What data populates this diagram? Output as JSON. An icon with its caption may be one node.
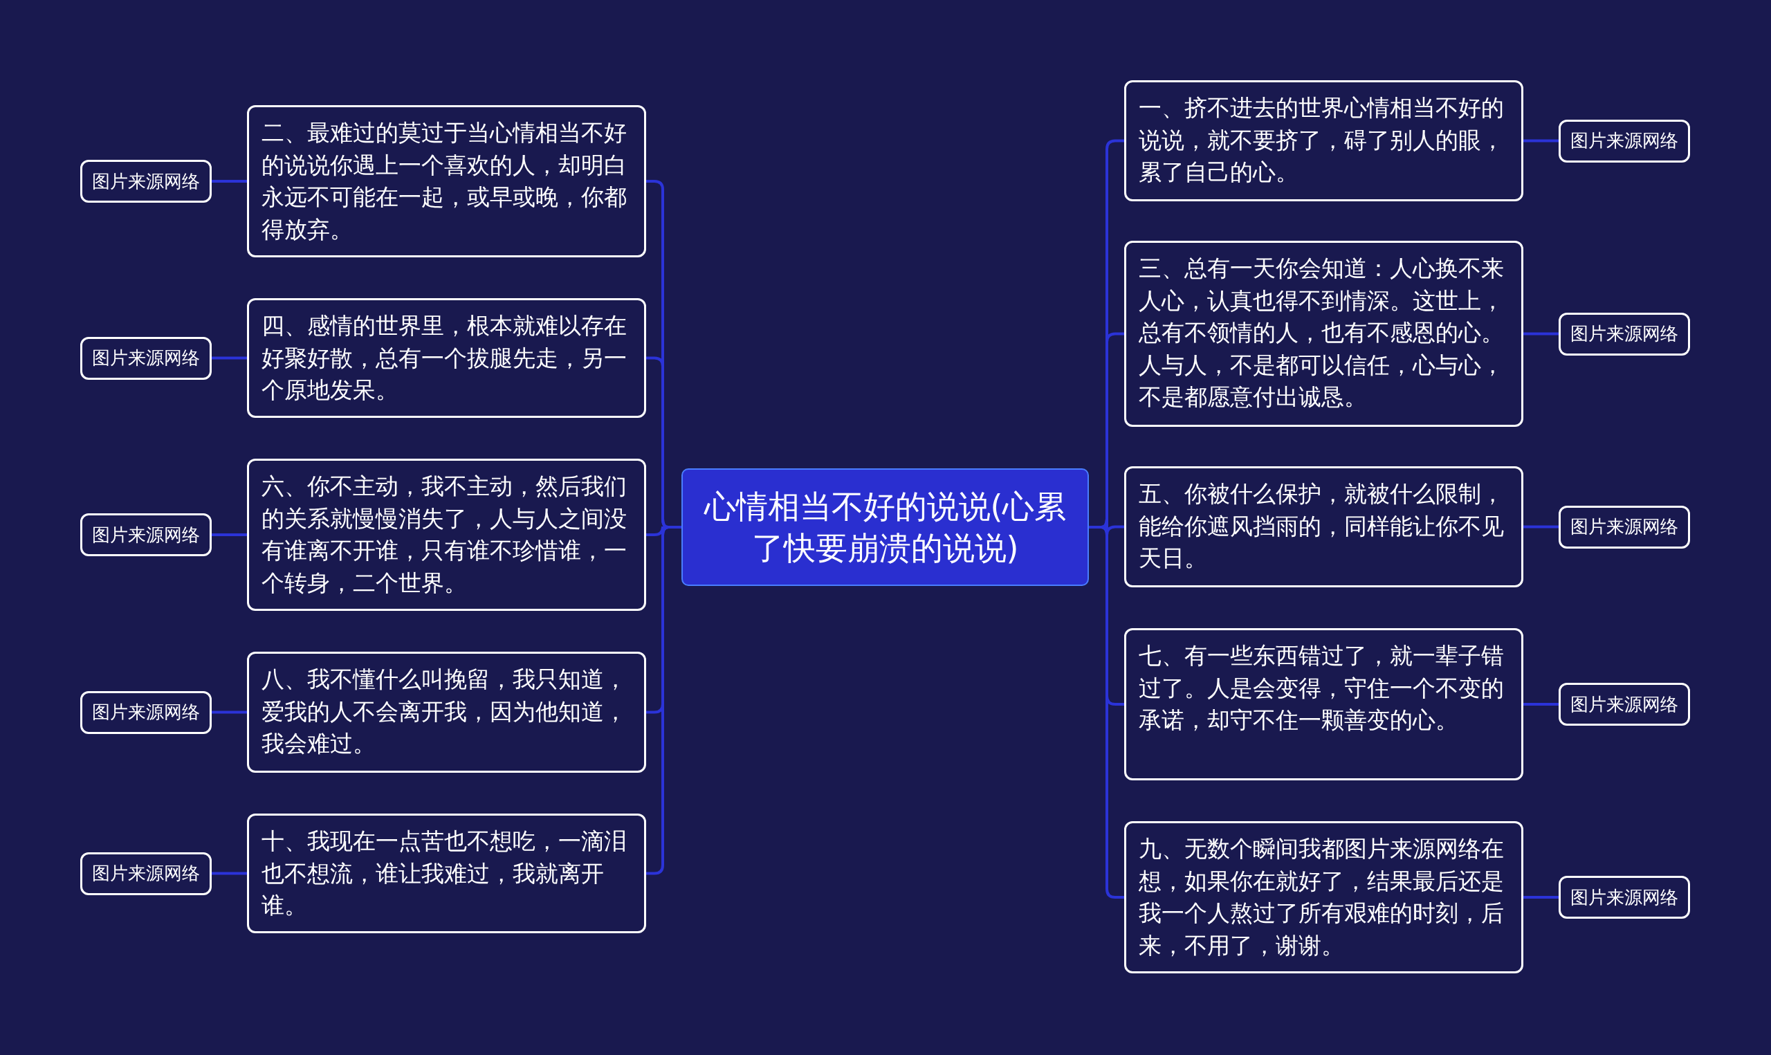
{
  "diagram": {
    "nodes": [
      {
        "text": [
          "心情相当不好的说说(心累了快要崩溃的说说)"
        ]
      },
      {
        "text": [
          "一、挤不进去的世界心情相当不好的说说，就不要挤了，碍了别人的眼，累了自己的心。"
        ]
      },
      {
        "text": [
          "二、最难过的莫过于当心情相当不好的说说你遇上一个喜欢的人，却明白永远不可能在一起，或早或晚，你都得放弃。"
        ]
      },
      {
        "text": [
          "三、总有一天你会知道：人心换不来人心，认真也得不到情深。这世上，总有不领情的人，也有不感恩的心。人与人，不是都可以信任，心与心，不是都愿意付出诚恳。"
        ]
      },
      {
        "text": [
          "四、感情的世界里，根本就难以存在好聚好散，总有一个拔腿先走，另一个原地发呆。"
        ]
      },
      {
        "text": [
          "五、你被什么保护，就被什么限制，能给你遮风挡雨的，同样能让你不见天日。"
        ]
      },
      {
        "text": [
          "六、你不主动，我不主动，然后我们的关系就慢慢消失了，人与人之间没有谁离不开谁，只有谁不珍惜谁，一个转身，二个世界。"
        ]
      },
      {
        "text": [
          "七、有一些东西错过了，就一辈子错过了。人是会变得，守住一个不变的承诺，却守不住一颗善变的心。"
        ]
      },
      {
        "text": [
          "八、我不懂什么叫挽留，我只知道，爱我的人不会离开我，因为他知道，我会难过。"
        ]
      },
      {
        "text": [
          "九、无数个瞬间我都图片来源网络在想，如果你在就好了，结果最后还是我一个人熬过了所有艰难的时刻，后来，不用了，谢谢。"
        ]
      },
      {
        "text": [
          "十、我现在一点苦也不想吃，一滴泪也不想流，谁让我难过，我就离开谁。"
        ]
      },
      {
        "text": [
          "图片来源网络"
        ]
      },
      {
        "text": [
          "图片来源网络"
        ]
      },
      {
        "text": [
          "图片来源网络"
        ]
      },
      {
        "text": [
          "图片来源网络"
        ]
      },
      {
        "text": [
          "图片来源网络"
        ]
      },
      {
        "text": [
          "图片来源网络"
        ]
      },
      {
        "text": [
          "图片来源网络"
        ]
      },
      {
        "text": [
          "图片来源网络"
        ]
      },
      {
        "text": [
          "图片来源网络"
        ]
      },
      {
        "text": [
          "图片来源网络"
        ]
      }
    ],
    "edges": [
      {
        "from": 0,
        "to": 1,
        "arrow": "none"
      },
      {
        "from": 0,
        "to": 2,
        "arrow": "none"
      },
      {
        "from": 0,
        "to": 3,
        "arrow": "none"
      },
      {
        "from": 0,
        "to": 4,
        "arrow": "none"
      },
      {
        "from": 0,
        "to": 5,
        "arrow": "none"
      },
      {
        "from": 0,
        "to": 6,
        "arrow": "none"
      },
      {
        "from": 0,
        "to": 7,
        "arrow": "none"
      },
      {
        "from": 0,
        "to": 8,
        "arrow": "none"
      },
      {
        "from": 0,
        "to": 9,
        "arrow": "none"
      },
      {
        "from": 0,
        "to": 10,
        "arrow": "none"
      },
      {
        "from": 1,
        "to": 11,
        "arrow": "none"
      },
      {
        "from": 2,
        "to": 12,
        "arrow": "none"
      },
      {
        "from": 3,
        "to": 13,
        "arrow": "none"
      },
      {
        "from": 4,
        "to": 14,
        "arrow": "none"
      },
      {
        "from": 5,
        "to": 15,
        "arrow": "none"
      },
      {
        "from": 6,
        "to": 16,
        "arrow": "none"
      },
      {
        "from": 7,
        "to": 17,
        "arrow": "none"
      },
      {
        "from": 8,
        "to": 18,
        "arrow": "none"
      },
      {
        "from": 9,
        "to": 19,
        "arrow": "none"
      },
      {
        "from": 10,
        "to": 20,
        "arrow": "none"
      }
    ]
  }
}
